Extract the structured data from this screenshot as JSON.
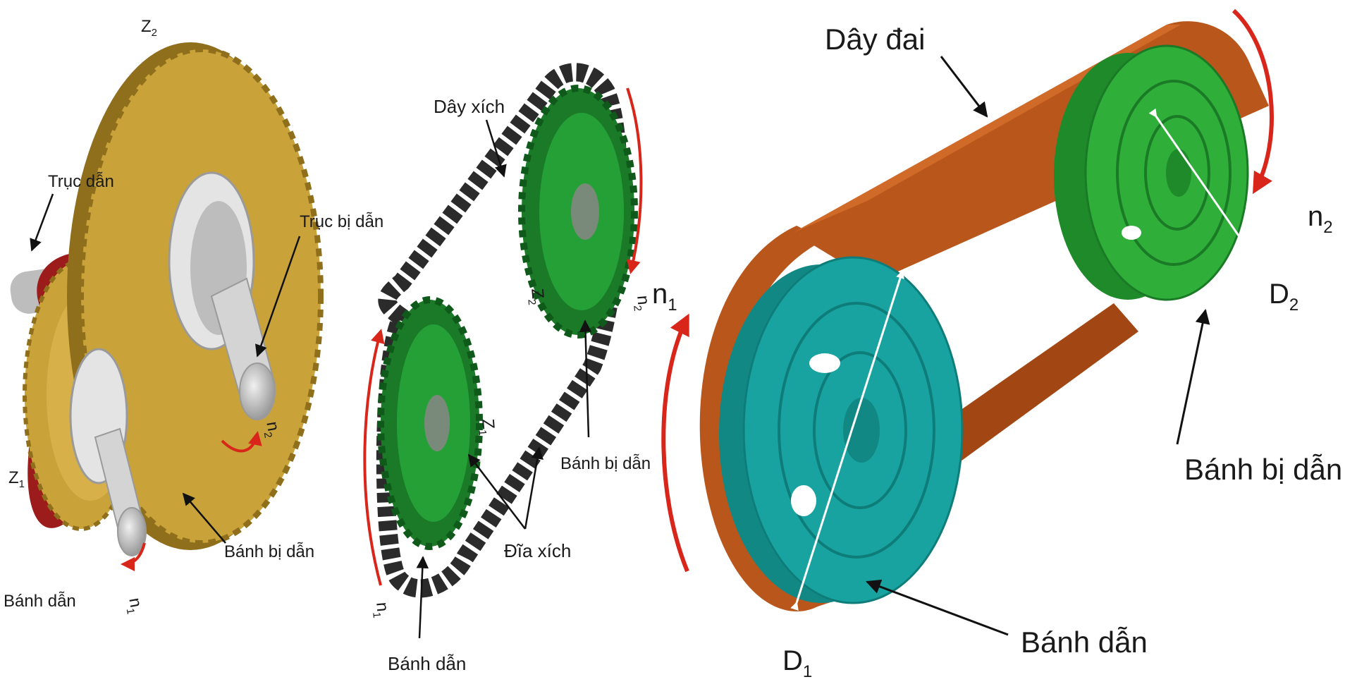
{
  "gear_panel": {
    "z2": "Z",
    "z2_sub": "2",
    "z1": "Z",
    "z1_sub": "1",
    "driving_shaft": "Trục dẫn",
    "driven_shaft": "Trục bị dẫn",
    "driving_wheel": "Bánh dẫn",
    "driven_wheel": "Bánh bị dẫn",
    "n1": "n",
    "n1_sub": "1",
    "n2": "n",
    "n2_sub": "2"
  },
  "chain_panel": {
    "chain": "Dây xích",
    "sprocket": "Đĩa xích",
    "driving_wheel": "Bánh dẫn",
    "driven_wheel": "Bánh bị dẫn",
    "z1": "Z",
    "z1_sub": "1",
    "z2": "Z",
    "z2_sub": "2",
    "n1": "n",
    "n1_sub": "1",
    "n2": "n",
    "n2_sub": "2"
  },
  "belt_panel": {
    "belt": "Dây đai",
    "driving_wheel": "Bánh dẫn",
    "driven_wheel": "Bánh bị dẫn",
    "d1": "D",
    "d1_sub": "1",
    "d2": "D",
    "d2_sub": "2",
    "n1": "n",
    "n1_sub": "1",
    "n2": "n",
    "n2_sub": "2"
  },
  "colors": {
    "gear": "#c9a23a",
    "gear_dark": "#8f6f1c",
    "gear_red": "#9c1b1b",
    "shaft": "#c8c8c8",
    "sprocket": "#1f8f2f",
    "chain": "#2b2b2b",
    "belt": "#b8561c",
    "pulley_driver": "#18a3a0",
    "pulley_driven": "#2fae3a",
    "arrow": "#d8261b"
  }
}
